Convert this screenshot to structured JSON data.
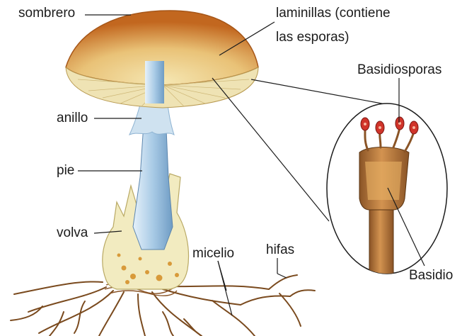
{
  "labels": {
    "sombrero": "sombrero",
    "laminillas_line1": "laminillas (contiene",
    "laminillas_line2": "las esporas)",
    "basidiosporas": "Basidiosporas",
    "anillo": "anillo",
    "pie": "pie",
    "volva": "volva",
    "micelio": "micelio",
    "hifas": "hifas",
    "basidio": "Basidio"
  },
  "colors": {
    "cap_outer": "#c8762a",
    "cap_inner": "#f1e2a8",
    "gills": "#efe3b4",
    "stem": "#a9cbe6",
    "volva": "#f2ebc0",
    "roots": "#7a4a1e",
    "spores": "#d0342a"
  }
}
